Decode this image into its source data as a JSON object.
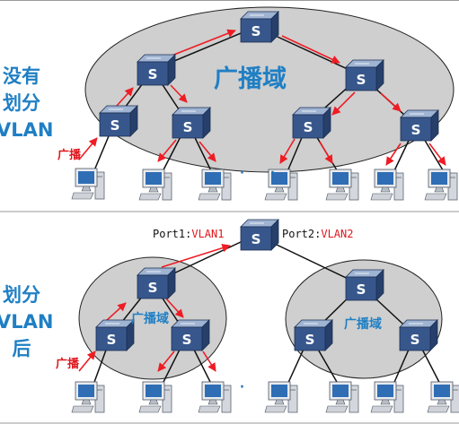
{
  "colors": {
    "domain_fill": "#cfcfcf",
    "switch_top": "#9fb4d3",
    "switch_front": "#37578c",
    "switch_side": "#26406b",
    "arrow": "#ee1c24",
    "label_blue": "#1f7fc4",
    "label_red": "#e0161c"
  },
  "top_panel": {
    "side_label": [
      "没有",
      "划分",
      "VLAN"
    ],
    "domain_label": "广播域",
    "broadcast_label": "广播",
    "ellipsis": "· ·"
  },
  "bottom_panel": {
    "side_label": [
      "划分",
      "VLAN",
      "后"
    ],
    "domain_labels": [
      "广播域",
      "广播域"
    ],
    "broadcast_label": "广播",
    "ellipsis": "· ·",
    "port1": {
      "name": "Port1:",
      "vlan": "VLAN1"
    },
    "port2": {
      "name": "Port2:",
      "vlan": "VLAN2"
    }
  },
  "icons": {
    "switch": "switch-icon",
    "pc": "pc-icon"
  }
}
